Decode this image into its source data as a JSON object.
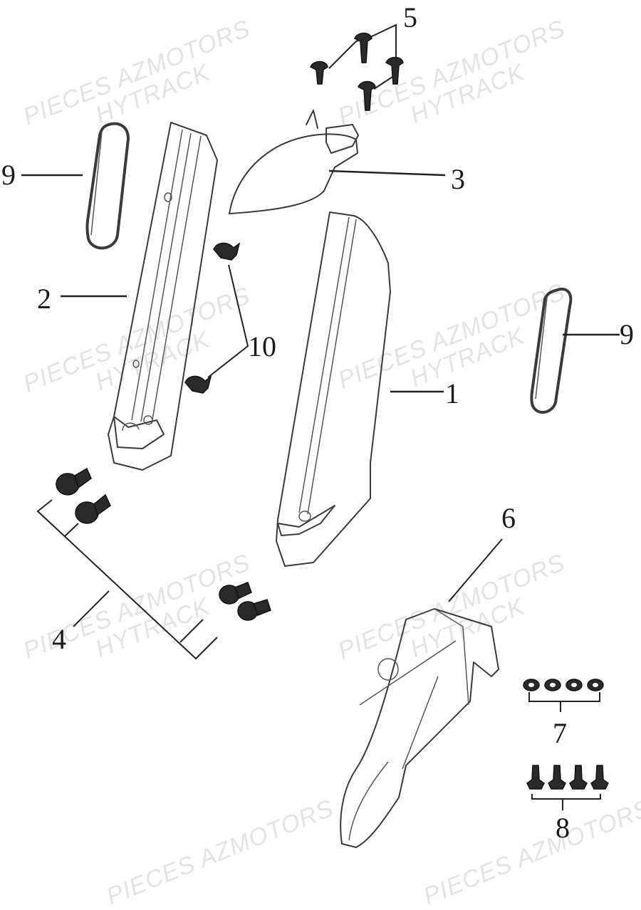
{
  "diagram": {
    "type": "exploded-parts-diagram",
    "subject": "front fork guards, front fender and fasteners",
    "watermark": {
      "line1": "PIECES AZMOTORS",
      "line2": "HYTRACK",
      "color": "#e3e3e3"
    },
    "callouts": [
      {
        "id": "1",
        "label": "1",
        "part": "right fork guard"
      },
      {
        "id": "2",
        "label": "2",
        "part": "left fork guard"
      },
      {
        "id": "3",
        "label": "3",
        "part": "front fender upper cover"
      },
      {
        "id": "4",
        "label": "4",
        "part": "fork guard bolts (4 pcs)"
      },
      {
        "id": "5",
        "label": "5",
        "part": "screws (4 pcs)"
      },
      {
        "id": "6",
        "label": "6",
        "part": "front fender"
      },
      {
        "id": "7",
        "label": "7",
        "part": "washers (4 pcs)"
      },
      {
        "id": "8",
        "label": "8",
        "part": "flange bolts (4 pcs)"
      },
      {
        "id": "9a",
        "label": "9",
        "part": "reflector (left)"
      },
      {
        "id": "9b",
        "label": "9",
        "part": "reflector (right)"
      },
      {
        "id": "10",
        "label": "10",
        "part": "hose clips (2 pcs)"
      }
    ],
    "line_color": "#3a3a3a",
    "background": "#ffffff"
  }
}
